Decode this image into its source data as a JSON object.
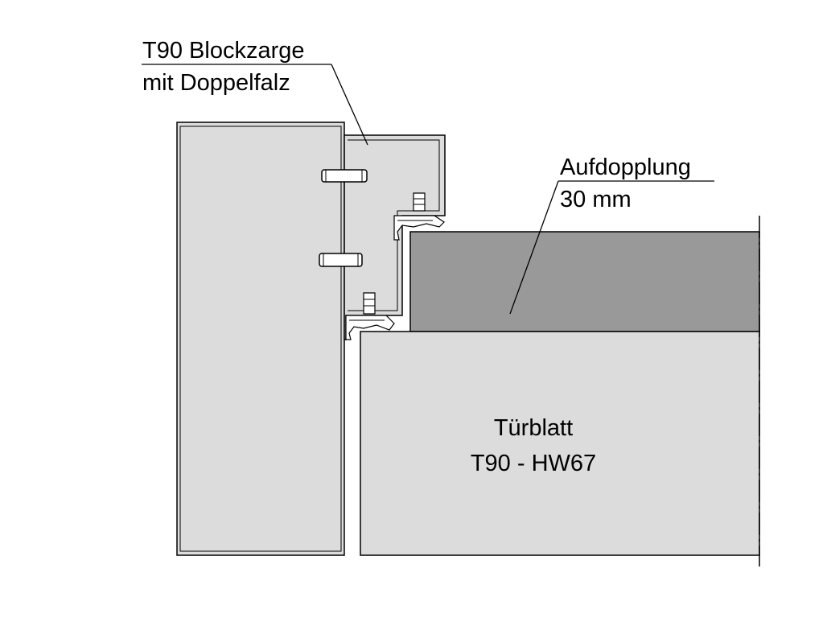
{
  "labels": {
    "frame_line1": "T90 Blockzarge",
    "frame_line2": "mit Doppelfalz",
    "lining_line1": "Aufdopplung",
    "lining_line2": "30 mm",
    "leaf_line1": "Türblatt",
    "leaf_line2": "T90 - HW67"
  },
  "colors": {
    "background": "#ffffff",
    "line": "#000000",
    "frame_fill": "#dcdcdc",
    "leaf_fill": "#dcdcdc",
    "lining_fill": "#999999"
  }
}
